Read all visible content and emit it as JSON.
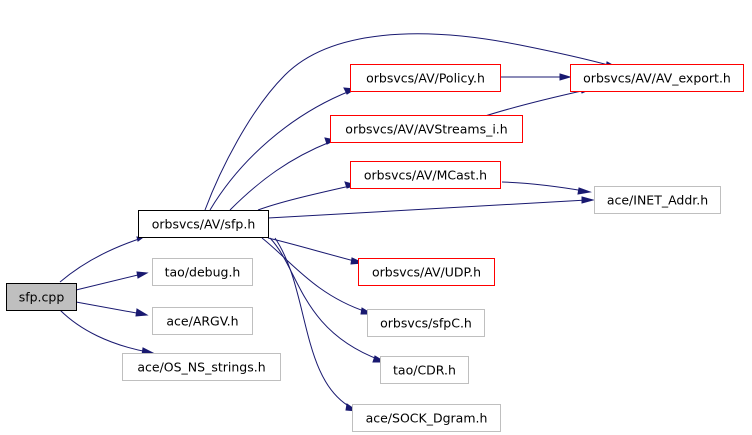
{
  "diagram": {
    "nodes": [
      {
        "id": "sfp_cpp",
        "label": "sfp.cpp",
        "style": "root"
      },
      {
        "id": "sfp_h",
        "label": "orbsvcs/AV/sfp.h",
        "style": "normal"
      },
      {
        "id": "tao_debug",
        "label": "tao/debug.h",
        "style": "leaf"
      },
      {
        "id": "ace_argv",
        "label": "ace/ARGV.h",
        "style": "leaf"
      },
      {
        "id": "ace_os_ns",
        "label": "ace/OS_NS_strings.h",
        "style": "leaf"
      },
      {
        "id": "policy",
        "label": "orbsvcs/AV/Policy.h",
        "style": "linked"
      },
      {
        "id": "av_export",
        "label": "orbsvcs/AV/AV_export.h",
        "style": "linked"
      },
      {
        "id": "avstreams",
        "label": "orbsvcs/AV/AVStreams_i.h",
        "style": "linked"
      },
      {
        "id": "mcast",
        "label": "orbsvcs/AV/MCast.h",
        "style": "linked"
      },
      {
        "id": "inet_addr",
        "label": "ace/INET_Addr.h",
        "style": "leaf"
      },
      {
        "id": "udp",
        "label": "orbsvcs/AV/UDP.h",
        "style": "linked"
      },
      {
        "id": "sfpc",
        "label": "orbsvcs/sfpC.h",
        "style": "leaf"
      },
      {
        "id": "cdr",
        "label": "tao/CDR.h",
        "style": "leaf"
      },
      {
        "id": "sock_dgram",
        "label": "ace/SOCK_Dgram.h",
        "style": "leaf"
      }
    ],
    "edges": [
      {
        "from": "sfp_cpp",
        "to": "sfp_h"
      },
      {
        "from": "sfp_cpp",
        "to": "tao_debug"
      },
      {
        "from": "sfp_cpp",
        "to": "ace_argv"
      },
      {
        "from": "sfp_cpp",
        "to": "ace_os_ns"
      },
      {
        "from": "sfp_h",
        "to": "av_export"
      },
      {
        "from": "sfp_h",
        "to": "policy"
      },
      {
        "from": "sfp_h",
        "to": "avstreams"
      },
      {
        "from": "sfp_h",
        "to": "mcast"
      },
      {
        "from": "sfp_h",
        "to": "inet_addr"
      },
      {
        "from": "sfp_h",
        "to": "udp"
      },
      {
        "from": "sfp_h",
        "to": "sfpc"
      },
      {
        "from": "sfp_h",
        "to": "cdr"
      },
      {
        "from": "sfp_h",
        "to": "sock_dgram"
      },
      {
        "from": "policy",
        "to": "av_export"
      },
      {
        "from": "avstreams",
        "to": "av_export"
      },
      {
        "from": "mcast",
        "to": "inet_addr"
      }
    ],
    "colors": {
      "root_fill": "#bfbfbf",
      "root_border": "#000000",
      "normal_border": "#000000",
      "linked_border": "#ff0000",
      "leaf_border": "#bfbfbf",
      "edge": "#191970"
    }
  }
}
